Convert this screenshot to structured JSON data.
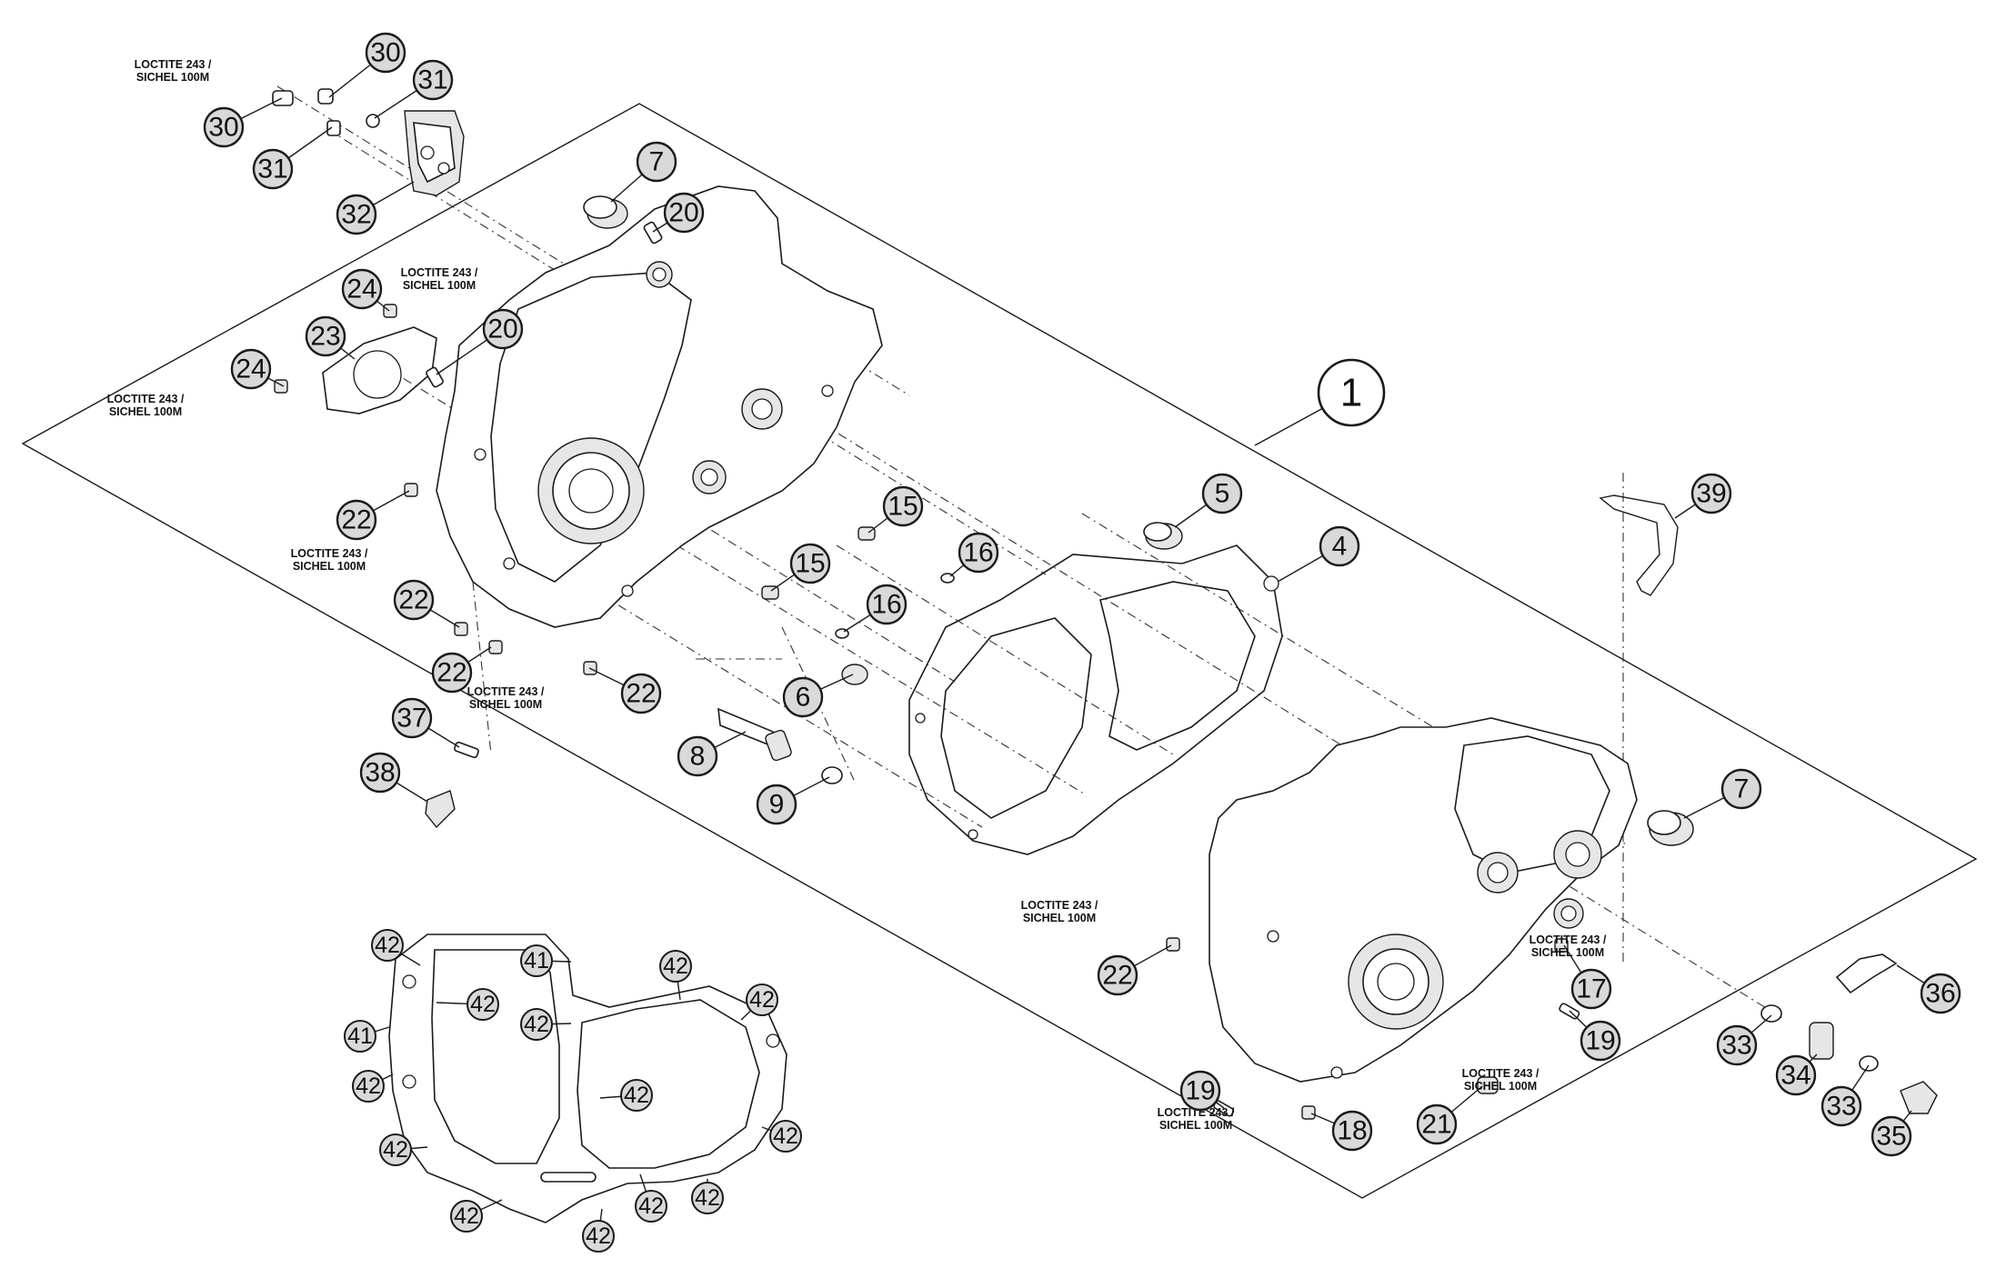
{
  "diagram": {
    "background": "#ffffff",
    "callout_fill": "#d9d9d9",
    "line_color": "#1a1a1a",
    "assembly_callout": "1",
    "part_callouts": [
      {
        "label": "30"
      },
      {
        "label": "30"
      },
      {
        "label": "31"
      },
      {
        "label": "31"
      },
      {
        "label": "32"
      },
      {
        "label": "7"
      },
      {
        "label": "20"
      },
      {
        "label": "24"
      },
      {
        "label": "23"
      },
      {
        "label": "20"
      },
      {
        "label": "24"
      },
      {
        "label": "22"
      },
      {
        "label": "22"
      },
      {
        "label": "22"
      },
      {
        "label": "22"
      },
      {
        "label": "37"
      },
      {
        "label": "38"
      },
      {
        "label": "15"
      },
      {
        "label": "16"
      },
      {
        "label": "15"
      },
      {
        "label": "16"
      },
      {
        "label": "6"
      },
      {
        "label": "8"
      },
      {
        "label": "9"
      },
      {
        "label": "5"
      },
      {
        "label": "4"
      },
      {
        "label": "39"
      },
      {
        "label": "7"
      },
      {
        "label": "22"
      },
      {
        "label": "17"
      },
      {
        "label": "19"
      },
      {
        "label": "19"
      },
      {
        "label": "18"
      },
      {
        "label": "21"
      },
      {
        "label": "36"
      },
      {
        "label": "33"
      },
      {
        "label": "34"
      },
      {
        "label": "33"
      },
      {
        "label": "35"
      }
    ],
    "gasket_callouts": [
      {
        "label": "42"
      },
      {
        "label": "41"
      },
      {
        "label": "42"
      },
      {
        "label": "42"
      },
      {
        "label": "42"
      },
      {
        "label": "41"
      },
      {
        "label": "42"
      },
      {
        "label": "42"
      },
      {
        "label": "42"
      },
      {
        "label": "42"
      },
      {
        "label": "42"
      },
      {
        "label": "42"
      },
      {
        "label": "42"
      },
      {
        "label": "42"
      },
      {
        "label": "42"
      }
    ],
    "notes": [
      {
        "line1": "LOCTITE 243 /",
        "line2": "SICHEL 100M"
      },
      {
        "line1": "LOCTITE 243 /",
        "line2": "SICHEL 100M"
      },
      {
        "line1": "LOCTITE 243 /",
        "line2": "SICHEL 100M"
      },
      {
        "line1": "LOCTITE 243 /",
        "line2": "SICHEL 100M"
      },
      {
        "line1": "LOCTITE 243 /",
        "line2": "SICHEL 100M"
      },
      {
        "line1": "LOCTITE 243 /",
        "line2": "SICHEL 100M"
      },
      {
        "line1": "LOCTITE 243 /",
        "line2": "SICHEL 100M"
      },
      {
        "line1": "LOCTITE 243 /",
        "line2": "SICHEL 100M"
      },
      {
        "line1": "LOCTITE 243 /",
        "line2": "SICHEL 100M"
      }
    ]
  }
}
